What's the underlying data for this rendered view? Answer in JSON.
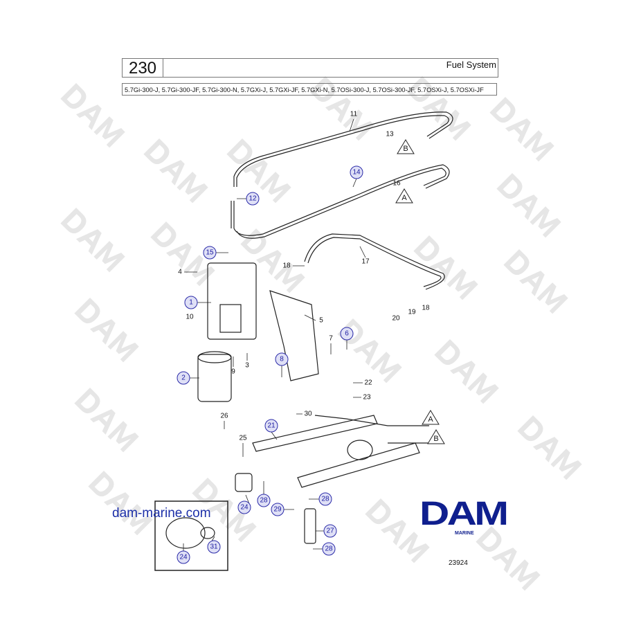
{
  "header": {
    "page_number": "230",
    "title": "Fuel System",
    "models": "5.7Gi-300-J, 5.7Gi-300-JF, 5.7Gi-300-N, 5.7GXi-J, 5.7GXi-JF, 5.7GXi-N, 5.7OSi-300-J, 5.7OSi-300-JF, 5.7OSXi-J, 5.7OSXi-JF"
  },
  "callouts": [
    "11",
    "13",
    "14",
    "16",
    "12",
    "15",
    "18",
    "17",
    "4",
    "1",
    "10",
    "5",
    "20",
    "19",
    "18",
    "6",
    "7",
    "8",
    "3",
    "9",
    "2",
    "22",
    "23",
    "30",
    "26",
    "21",
    "25",
    "28",
    "28",
    "24",
    "29",
    "27",
    "28",
    "31",
    "24"
  ],
  "connectors": {
    "a": "A",
    "b": "B"
  },
  "watermark": "DAM",
  "website": "dam-marine.com",
  "logo": {
    "name": "DAM",
    "sub": "MARINE",
    "color": "#0f1f8e"
  },
  "drawing_ref": "23924"
}
